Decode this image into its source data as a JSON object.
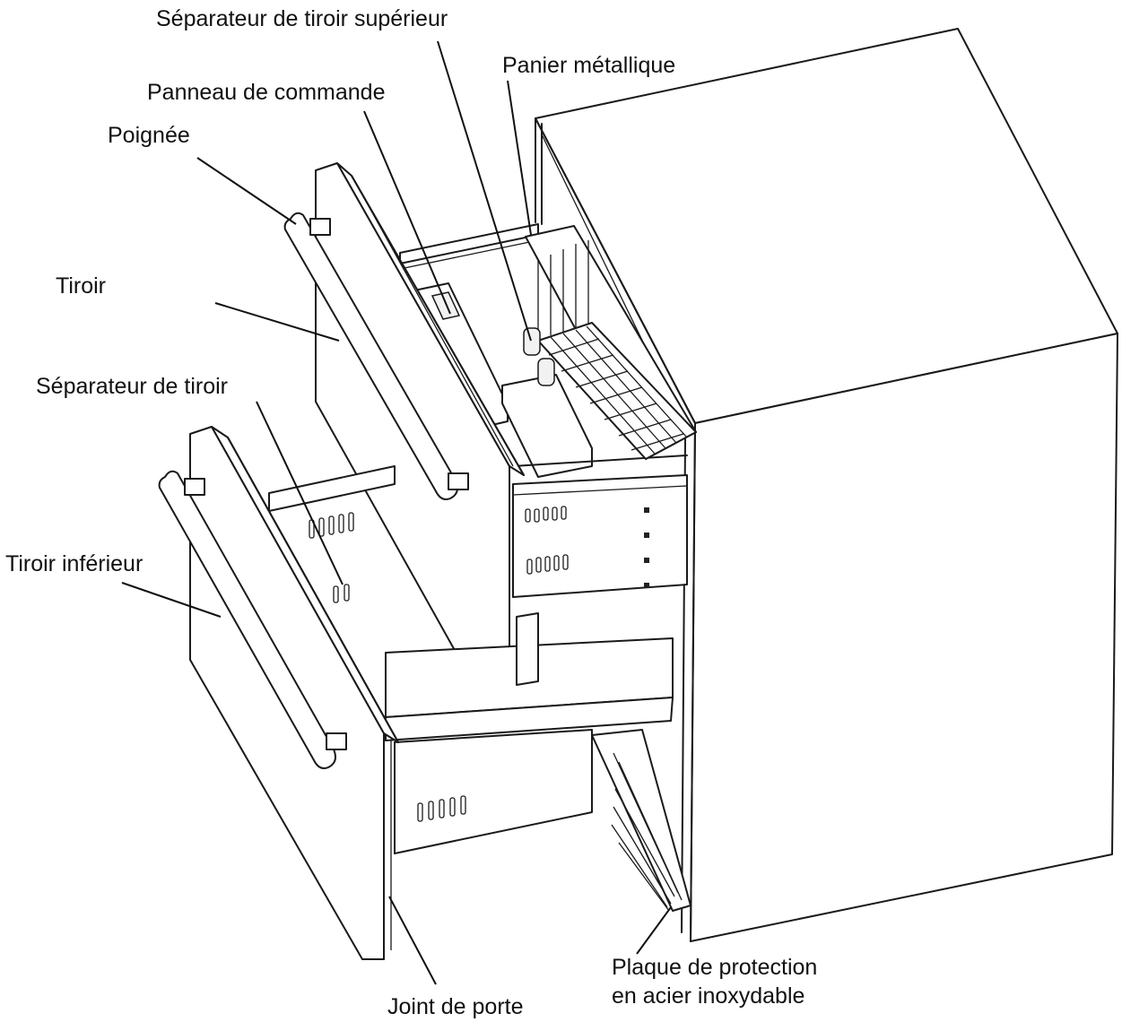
{
  "labels": {
    "top_drawer_divider": "Séparateur de tiroir supérieur",
    "metal_basket": "Panier métallique",
    "control_panel": "Panneau de commande",
    "handle": "Poignée",
    "drawer": "Tiroir",
    "drawer_divider": "Séparateur de tiroir",
    "lower_drawer": "Tiroir inférieur",
    "guard_plate_line1": "Plaque de protection",
    "guard_plate_line2": "en acier inoxydable",
    "door_gasket": "Joint de porte"
  }
}
